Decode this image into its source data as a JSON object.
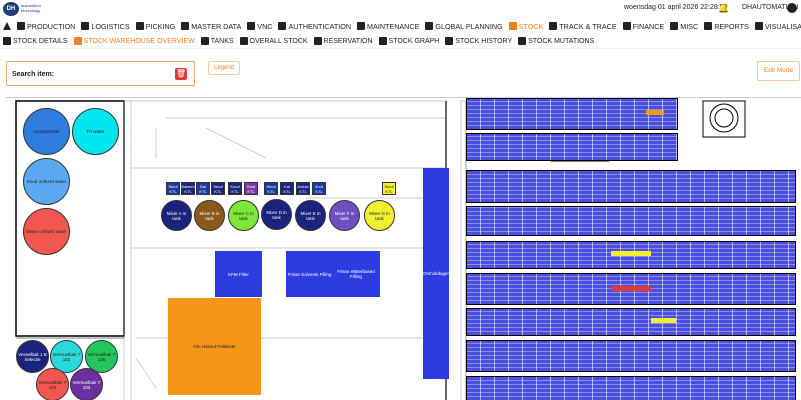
{
  "header": {
    "logo_text": "DH",
    "logo_sub": "automation technology",
    "datetime": "woensdag 01 april 2026 22:28:50",
    "username": "DHAUTOMATION"
  },
  "main_nav": [
    {
      "label": "PRODUCTION",
      "icon": "factory-icon"
    },
    {
      "label": "LOGISTICS",
      "icon": "truck-icon"
    },
    {
      "label": "PICKING",
      "icon": "cart-icon"
    },
    {
      "label": "MASTER DATA",
      "icon": "list-icon"
    },
    {
      "label": "VNC",
      "icon": "monitor-icon"
    },
    {
      "label": "AUTHENTICATION",
      "icon": "shield-icon"
    },
    {
      "label": "MAINTENANCE",
      "icon": "wrench-icon"
    },
    {
      "label": "GLOBAL PLANNING",
      "icon": "calendar-icon"
    },
    {
      "label": "STOCK",
      "icon": "bar-chart-icon",
      "active": true
    },
    {
      "label": "TRACK & TRACE",
      "icon": "trend-icon"
    },
    {
      "label": "FINANCE",
      "icon": "money-icon"
    },
    {
      "label": "MISC",
      "icon": "grid-icon"
    },
    {
      "label": "REPORTS",
      "icon": "report-icon"
    },
    {
      "label": "VISUALISATION",
      "icon": "chart-icon"
    }
  ],
  "sub_nav": [
    {
      "label": "STOCK DETAILS",
      "icon": "list-icon"
    },
    {
      "label": "STOCK WAREHOUSE OVERVIEW",
      "icon": "warehouse-icon",
      "active": true
    },
    {
      "label": "TANKS",
      "icon": "tank-icon"
    },
    {
      "label": "OVERALL STOCK",
      "icon": "table-icon"
    },
    {
      "label": "RESERVATION",
      "icon": "cart-icon"
    },
    {
      "label": "STOCK GRAPH",
      "icon": "trend-icon"
    },
    {
      "label": "STOCK HISTORY",
      "icon": "history-icon"
    },
    {
      "label": "STOCK MUTATIONS",
      "icon": "pen-icon"
    }
  ],
  "search": {
    "label": "Search item:"
  },
  "legend_button": "Legend",
  "edit_button": "Edit Mode",
  "tanks_left": [
    {
      "label": "Loodsperster",
      "color": "#2f7de0"
    },
    {
      "label": "F/I water",
      "color": "#00e5f0"
    },
    {
      "label": "Koud onthard water",
      "color": "#5aa9f0"
    },
    {
      "label": "Warm onthard water",
      "color": "#f2574f"
    }
  ],
  "tanks_bottom": [
    {
      "label": "Vesselbak 1 B Selectie",
      "color": "#1a237e"
    },
    {
      "label": "Vermuelbak T 102",
      "color": "#2bd9dd"
    },
    {
      "label": "Vermuelbak T 105",
      "color": "#22c55e"
    },
    {
      "label": "Vermuelbak T 104",
      "color": "#f2574f"
    },
    {
      "label": "Vermuelbak T 103",
      "color": "#6b2fa0"
    }
  ],
  "mixer_tanks": [
    {
      "label": "Mixer A in tank",
      "color": "#1a237e"
    },
    {
      "label": "Mixer B in tank",
      "color": "#8b5a1a"
    },
    {
      "label": "Mixer C in tank",
      "color": "#7ee83a"
    },
    {
      "label": "Mixer D in tank",
      "color": "#1a237e"
    },
    {
      "label": "Mixer E in tank",
      "color": "#1a237e"
    },
    {
      "label": "Mixer F in tank",
      "color": "#6f4fc2"
    },
    {
      "label": "Mixer G in tank",
      "color": "#f0f030"
    }
  ],
  "small_tanks": [
    {
      "label": "Stoof KTL",
      "color": "#1a3aa0"
    },
    {
      "label": "Balsem KTL",
      "color": "#1a237e"
    },
    {
      "label": "Bal KTL",
      "color": "#1a3aa0"
    },
    {
      "label": "Stoof KTL",
      "color": "#1a237e"
    },
    {
      "label": "Koud KTL",
      "color": "#1a237e"
    },
    {
      "label": "Roet KTL",
      "color": "#7e3aa0"
    },
    {
      "label": "Stoof KTL",
      "color": "#1a3aa0"
    },
    {
      "label": "Kal KTL",
      "color": "#1a237e"
    },
    {
      "label": "Arduin KTL",
      "color": "#1a237e"
    },
    {
      "label": "Zout KTL",
      "color": "#1a3aa0"
    },
    {
      "label": "Stoof KTL",
      "color": "#f0f030"
    }
  ],
  "areas": [
    {
      "label": "KFM Filter",
      "color": "#2b3ce0"
    },
    {
      "label": "Frisse Solvents Filling",
      "color": "#2b3ce0"
    },
    {
      "label": "Frisse Waterbased Filling",
      "color": "#2b3ce0"
    },
    {
      "label": "Omhokdager",
      "color": "#2b3ce0"
    },
    {
      "label": "Om Hokout Palletiser",
      "color": "#f5951a"
    }
  ]
}
